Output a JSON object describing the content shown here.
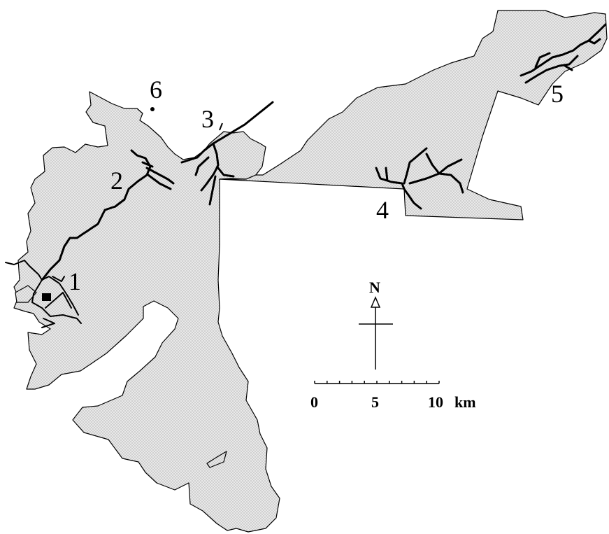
{
  "site_labels": [
    "1",
    "2",
    "3",
    "4",
    "5",
    "6"
  ],
  "north_label": "N",
  "scale": {
    "ticks": [
      "0",
      "5",
      "10"
    ],
    "unit": "km",
    "max_km": 10
  },
  "colors": {
    "land_fill": "#e9e9e9",
    "stipple": "#6f6f6f",
    "line": "#000000"
  }
}
